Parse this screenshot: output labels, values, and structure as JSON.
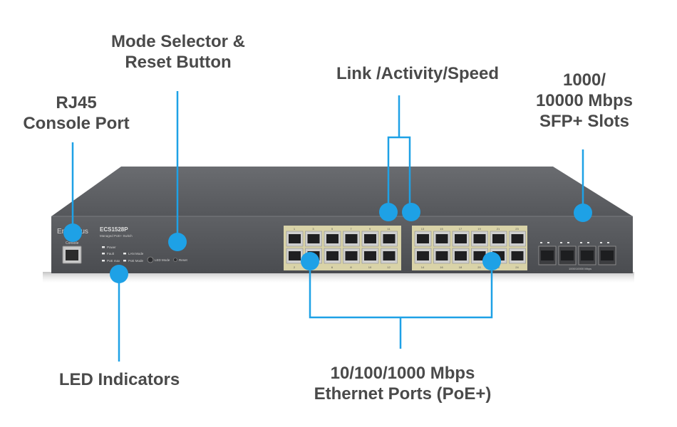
{
  "callouts": {
    "mode_selector": [
      "Mode Selector &",
      "Reset Button"
    ],
    "rj45": [
      "RJ45",
      "Console Port"
    ],
    "link_activity": [
      "Link /Activity/Speed"
    ],
    "sfp": [
      "1000/",
      "10000 Mbps",
      "SFP+ Slots"
    ],
    "led": [
      "LED Indicators"
    ],
    "ethernet": [
      "10/100/1000 Mbps",
      "Ethernet Ports (PoE+)"
    ]
  },
  "device": {
    "brand": "EnGenius",
    "model": "ECS1528P",
    "model_sub": "Managed PoE+ Switch",
    "console_label": "Console",
    "led_labels": [
      "Power",
      "Fault",
      "LAN Mode",
      "PoE max",
      "PoE Mode"
    ],
    "button_labels": [
      "LED Mode",
      "Reset"
    ],
    "port_numbers_top": [
      "1",
      "3",
      "5",
      "7",
      "9",
      "11",
      "13",
      "15",
      "17",
      "19",
      "21",
      "23"
    ],
    "port_numbers_bottom": [
      "2",
      "4",
      "6",
      "8",
      "10",
      "12",
      "14",
      "16",
      "18",
      "20",
      "22",
      "24"
    ],
    "sfp_label": "1000/10000 Mbps"
  },
  "colors": {
    "callout": "#1ea1e6",
    "chassis": "#5b5d61",
    "text": "#4a4a4a"
  }
}
